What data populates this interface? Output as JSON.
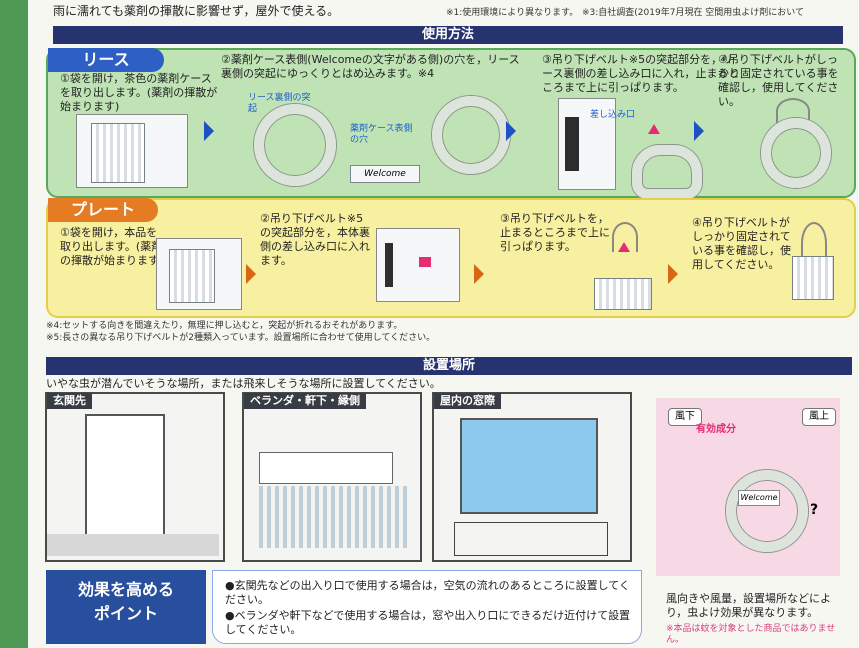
{
  "top": {
    "line1": "雨に濡れても薬剤の揮散に影響せず，屋外で使える。",
    "note1": "※1:使用環境により異なります。",
    "note2": "※3:自社調査(2019年7月現在 空間用虫よけ剤において"
  },
  "usage": {
    "title": "使用方法",
    "wreath": {
      "tag": "リース",
      "step1": "①袋を開け，茶色の薬剤ケースを取り出します。(薬剤の揮散が始まります)",
      "step2": "②薬剤ケース表側(Welcomeの文字がある側)の穴を，リース裏側の突起にゆっくりとはめ込みます。※4",
      "step2_label1": "リース裏側の突起",
      "step2_label2": "薬剤ケース表側の穴",
      "step2_label3": "Welcome",
      "step3": "③吊り下げベルト※5の突起部分を，リース裏側の差し込み口に入れ，止まるところまで上に引っぱります。",
      "step3_label": "差し込み口",
      "step4": "④吊り下げベルトがしっかり固定されている事を確認し，使用してください。"
    },
    "plate": {
      "tag": "プレート",
      "step1": "①袋を開け，本品を取り出します。(薬剤の揮散が始まります)",
      "step2": "②吊り下げベルト※5の突起部分を，本体裏側の差し込み口に入れます。",
      "step3": "③吊り下げベルトを，止まるところまで上に引っぱります。",
      "step4": "④吊り下げベルトがしっかり固定されている事を確認し，使用してください。"
    },
    "notes": {
      "n4": "※4:セットする向きを間違えたり，無理に押し込むと，突起が折れるおそれがあります。",
      "n5": "※5:長さの異なる吊り下げベルトが2種類入っています。設置場所に合わせて使用してください。"
    }
  },
  "location": {
    "title": "設置場所",
    "intro": "いやな虫が潜んでいそうな場所，または飛来しそうな場所に設置してください。",
    "entrance": "玄関先",
    "veranda": "ベランダ・軒下・縁側",
    "window": "屋内の窓際",
    "diagram": {
      "leeward": "風下",
      "windward": "風上",
      "active": "有効成分",
      "wreath_text": "Welcome",
      "question": "?"
    }
  },
  "effect": {
    "title1": "効果を高める",
    "title2": "ポイント",
    "p1a": "●玄関先などの出入り口で使用する場合は，空気の流れのあるところに設置してください。",
    "p2a": "●ベランダや軒下などで使用する場合は，窓や出入り口にできるだけ近付けて設置してください。"
  },
  "right_note": {
    "line1": "風向きや風量，設置場所などにより，虫よけ効果が異なります。",
    "line2": "※本品は蚊を対象とした商品ではありません。"
  }
}
